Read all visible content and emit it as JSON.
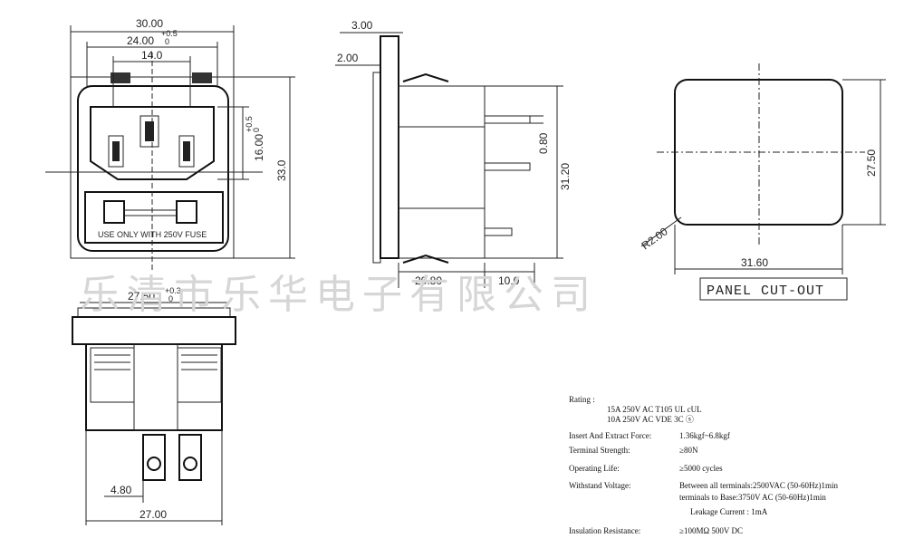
{
  "watermark": "乐清市乐华电子有限公司",
  "front_view": {
    "width": "30.00",
    "inner_width": "24.00",
    "inner_tol": "+0.5",
    "inner_tol_low": "0",
    "center_width": "14.0",
    "height": "33.0",
    "slot_height": "16.00",
    "slot_tol": "+0.5",
    "slot_tol_low": "0",
    "fuse_label": "USE ONLY WITH 250V FUSE"
  },
  "side_view": {
    "flange": "3.00",
    "lip": "2.00",
    "pin_gap": "0.80",
    "body_height": "31.20",
    "body_depth": "20.80",
    "pin_length": "10.0"
  },
  "panel_cutout": {
    "height": "27.50",
    "width": "31.60",
    "radius": "R2.00",
    "label": "PANEL CUT-OUT"
  },
  "bottom_view": {
    "top_width": "27.50",
    "top_tol": "+0.3",
    "top_tol_low": "0",
    "pin_offset": "4.80",
    "width": "27.00"
  },
  "specs": {
    "rating_label": "Rating :",
    "rating_line1": "15A 250V AC   T105   UL   cUL",
    "rating_line2": "10A 250V AC   VDE   3C   ⓢ",
    "insert_label": "Insert And Extract Force:",
    "insert_value": "1.36kgf~6.8kgf",
    "terminal_label": "Terminal  Strength:",
    "terminal_value": "≥80N",
    "life_label": "Operating Life:",
    "life_value": "≥5000  cycles",
    "withstand_label": "Withstand Voltage:",
    "withstand_line1": "Between all terminals:2500VAC (50-60Hz)1min",
    "withstand_line2": "terminals to Base:3750V AC (50-60Hz)1min",
    "withstand_line3": "Leakage Current :  1mA",
    "insulation_label": "Insulation Resistance:",
    "insulation_value": "≥100MΩ  500V DC"
  }
}
